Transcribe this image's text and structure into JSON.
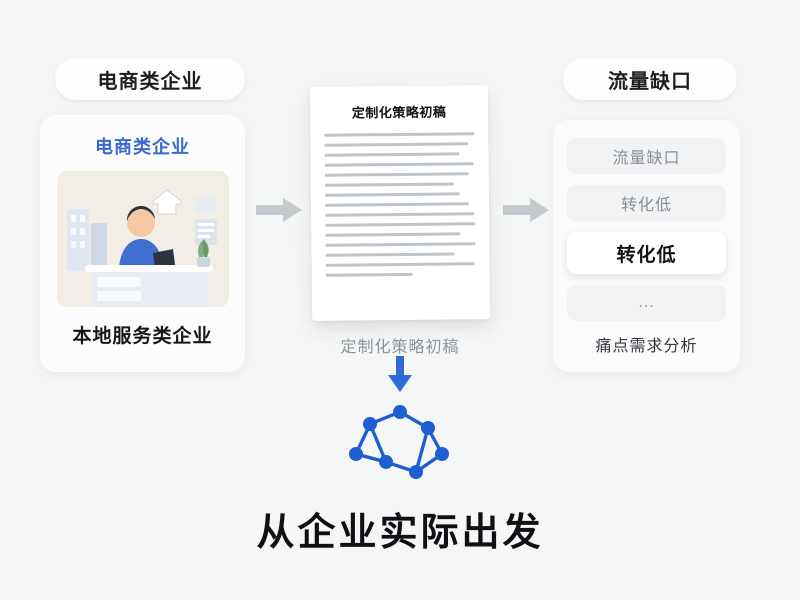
{
  "left_badge": {
    "label": "电商类企业"
  },
  "left_card": {
    "title": "电商类企业",
    "caption": "本地服务类企业"
  },
  "document": {
    "title": "定制化策略初稿",
    "caption": "定制化策略初稿"
  },
  "right_badge": {
    "label": "流量缺口"
  },
  "right_card": {
    "items": [
      {
        "label": "流量缺口"
      },
      {
        "label": "转化低"
      },
      {
        "label": "转化低"
      },
      {
        "label": "..."
      }
    ],
    "caption": "痛点需求分析"
  },
  "headline": "从企业实际出发",
  "colors": {
    "accent_blue": "#2e6bd7",
    "arrow_gray": "#c6c9cd",
    "title_blue": "#3d68cd",
    "muted_text": "#8b9198"
  }
}
